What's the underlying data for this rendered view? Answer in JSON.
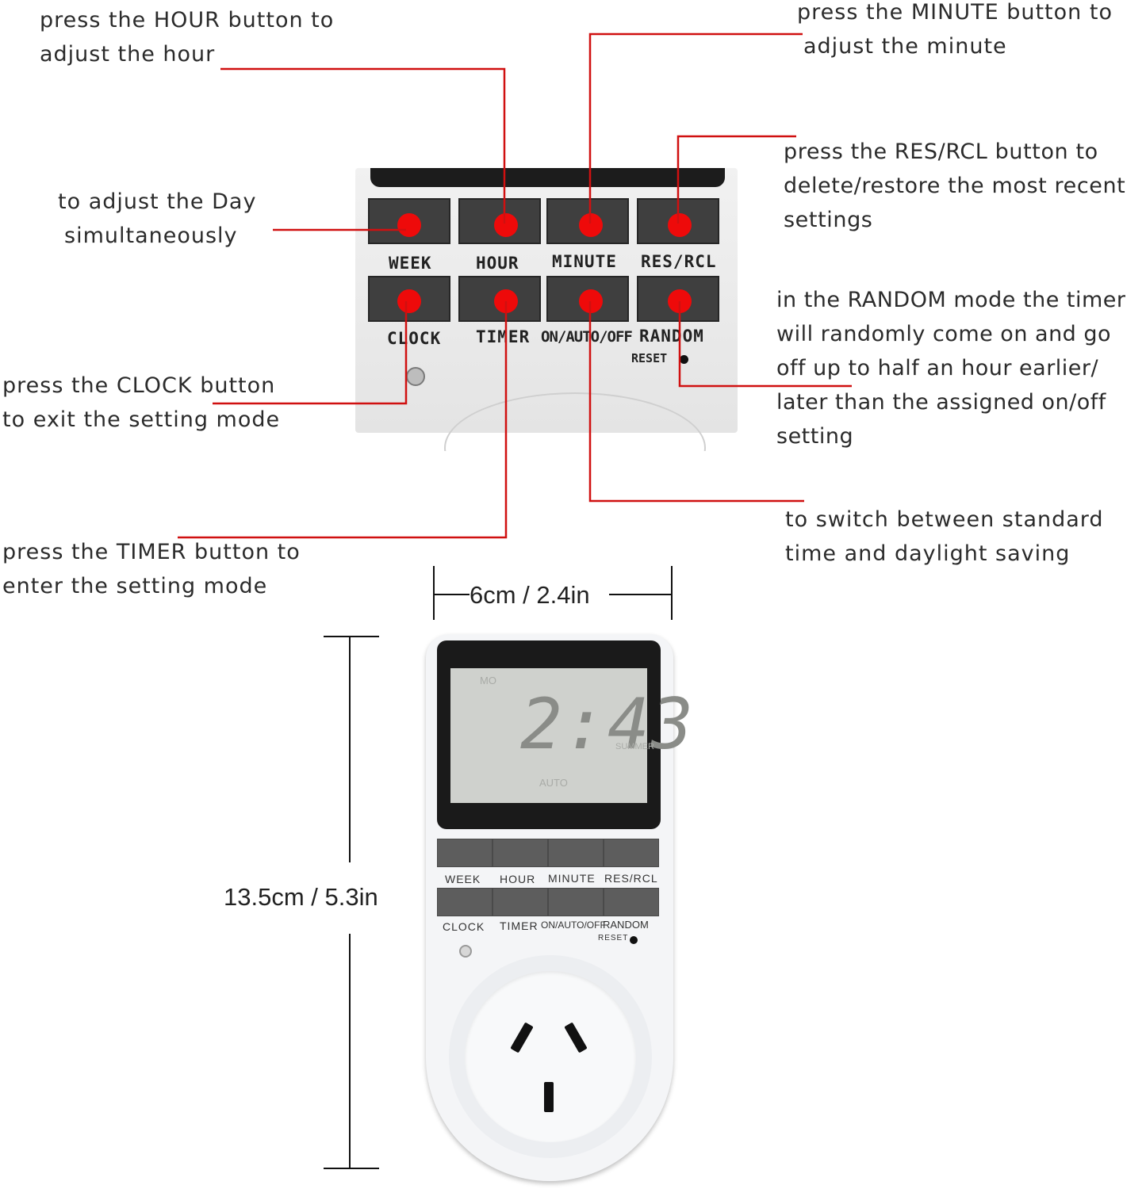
{
  "callouts": {
    "hour": [
      "press the HOUR button to",
      "adjust the hour"
    ],
    "minute": [
      "press the MINUTE  button to",
      "adjust the minute"
    ],
    "week": [
      "to adjust  the Day",
      "simultaneously"
    ],
    "res_rcl": [
      "press the RES/RCL  button to",
      "delete/restore the most recent",
      "settings"
    ],
    "random": [
      "in the RANDOM mode the timer",
      "will randomly come on and go",
      " off up to half an hour earlier/",
      "later than the assigned on/off",
      "setting"
    ],
    "clock": [
      "press the CLOCK  button",
      "to exit the setting mode"
    ],
    "timer": [
      "press the TIMER button to",
      " enter the setting mode"
    ],
    "on_auto_off": [
      "to switch between standard",
      "time and daylight saving"
    ]
  },
  "buttons": {
    "row1": [
      "WEEK",
      "HOUR",
      "MINUTE",
      "RES/RCL"
    ],
    "row2": [
      "CLOCK",
      "TIMER",
      "ON/AUTO/OFF",
      "RANDOM"
    ],
    "reset": "RESET"
  },
  "display": {
    "day": "MO",
    "time": "2:43",
    "summer": "SUMMER",
    "mode": "AUTO"
  },
  "dimensions": {
    "width": "6cm / 2.4in",
    "height": "13.5cm / 5.3in"
  },
  "colors": {
    "callout_line": "#d01010",
    "marker": "#ee0a0a",
    "button": "#4f4f4f"
  }
}
